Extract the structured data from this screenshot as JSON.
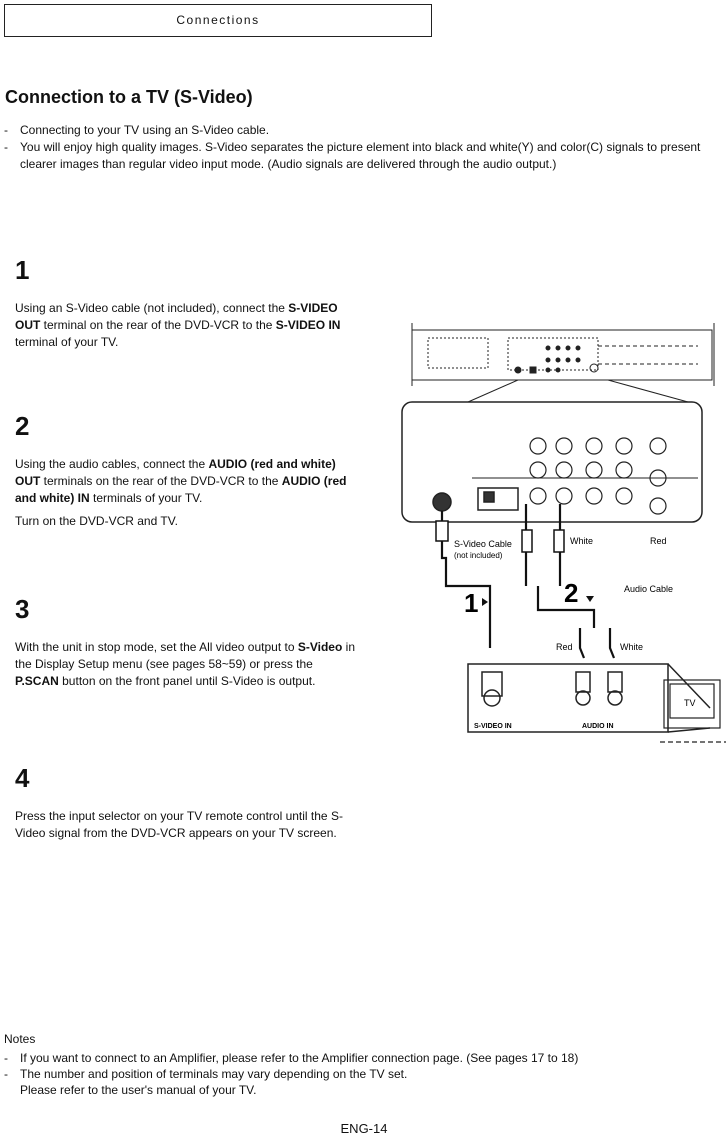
{
  "header": {
    "title": "Connections"
  },
  "section": {
    "title": "Connection to a TV (S-Video)"
  },
  "intro": [
    "Connecting to your TV using an S-Video cable.",
    "You will enjoy high quality images. S-Video separates the picture element into black and white(Y) and color(C) signals to present clearer images than regular video input mode. (Audio signals are delivered through the audio output.)"
  ],
  "steps": [
    {
      "number": "1",
      "parts": [
        "Using an S-Video cable (not included), connect the ",
        "S-VIDEO OUT",
        " terminal on the rear of the DVD-VCR to the ",
        "S-VIDEO IN",
        " terminal of your TV."
      ]
    },
    {
      "number": "2",
      "parts": [
        "Using the audio cables, connect the ",
        "AUDIO (red and white) OUT",
        " terminals on the rear of the DVD-VCR to the ",
        "AUDIO (red and white) IN",
        " terminals of your TV."
      ],
      "extra": "Turn on the DVD-VCR and TV."
    },
    {
      "number": "3",
      "parts": [
        "With the unit in stop mode, set the All video output to ",
        "S-Video",
        " in the Display Setup menu (see pages 58~59) or press the ",
        "P.SCAN",
        " button on the front panel until S-Video is output."
      ]
    },
    {
      "number": "4",
      "text": "Press the input selector on your TV remote control until the S-Video signal from the DVD-VCR appears on your TV screen."
    }
  ],
  "diagram": {
    "svideo_cable": "S-Video Cable",
    "not_included": "(not included)",
    "white": "White",
    "red": "Red",
    "audio_cable": "Audio Cable",
    "step1": "1",
    "step2": "2",
    "red2": "Red",
    "white2": "White",
    "svideo_in": "S-VIDEO IN",
    "audio_in": "AUDIO IN",
    "tv": "TV"
  },
  "notes": {
    "title": "Notes",
    "items": [
      "If you want to connect to an Amplifier, please refer to the Amplifier connection page. (See pages 17 to 18)",
      "The number and position of terminals may vary depending on the TV set.",
      "Please refer to the user's manual of your TV."
    ]
  },
  "page": {
    "number": "ENG-14"
  }
}
